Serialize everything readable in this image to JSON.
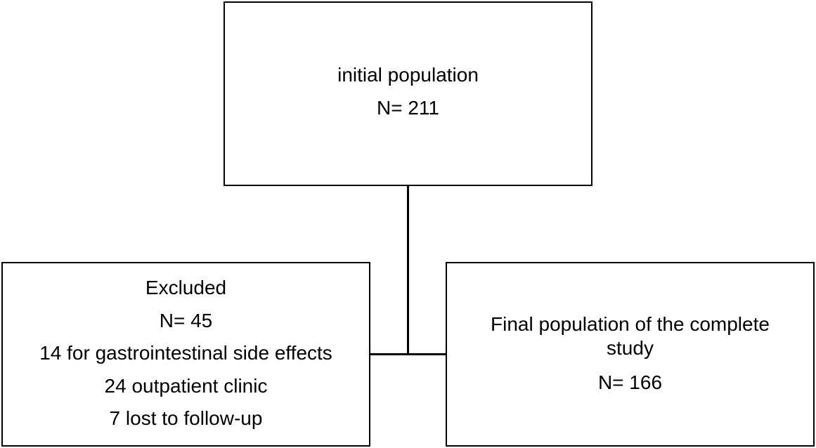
{
  "initial": {
    "label": "initial population",
    "count": "N= 211"
  },
  "excluded": {
    "label": "Excluded",
    "count": "N= 45",
    "reasons": [
      "14 for gastrointestinal side effects",
      "24 outpatient clinic",
      "7 lost to follow-up"
    ]
  },
  "final": {
    "label_line1": "Final population of the complete",
    "label_line2": "study",
    "count": "N= 166"
  }
}
